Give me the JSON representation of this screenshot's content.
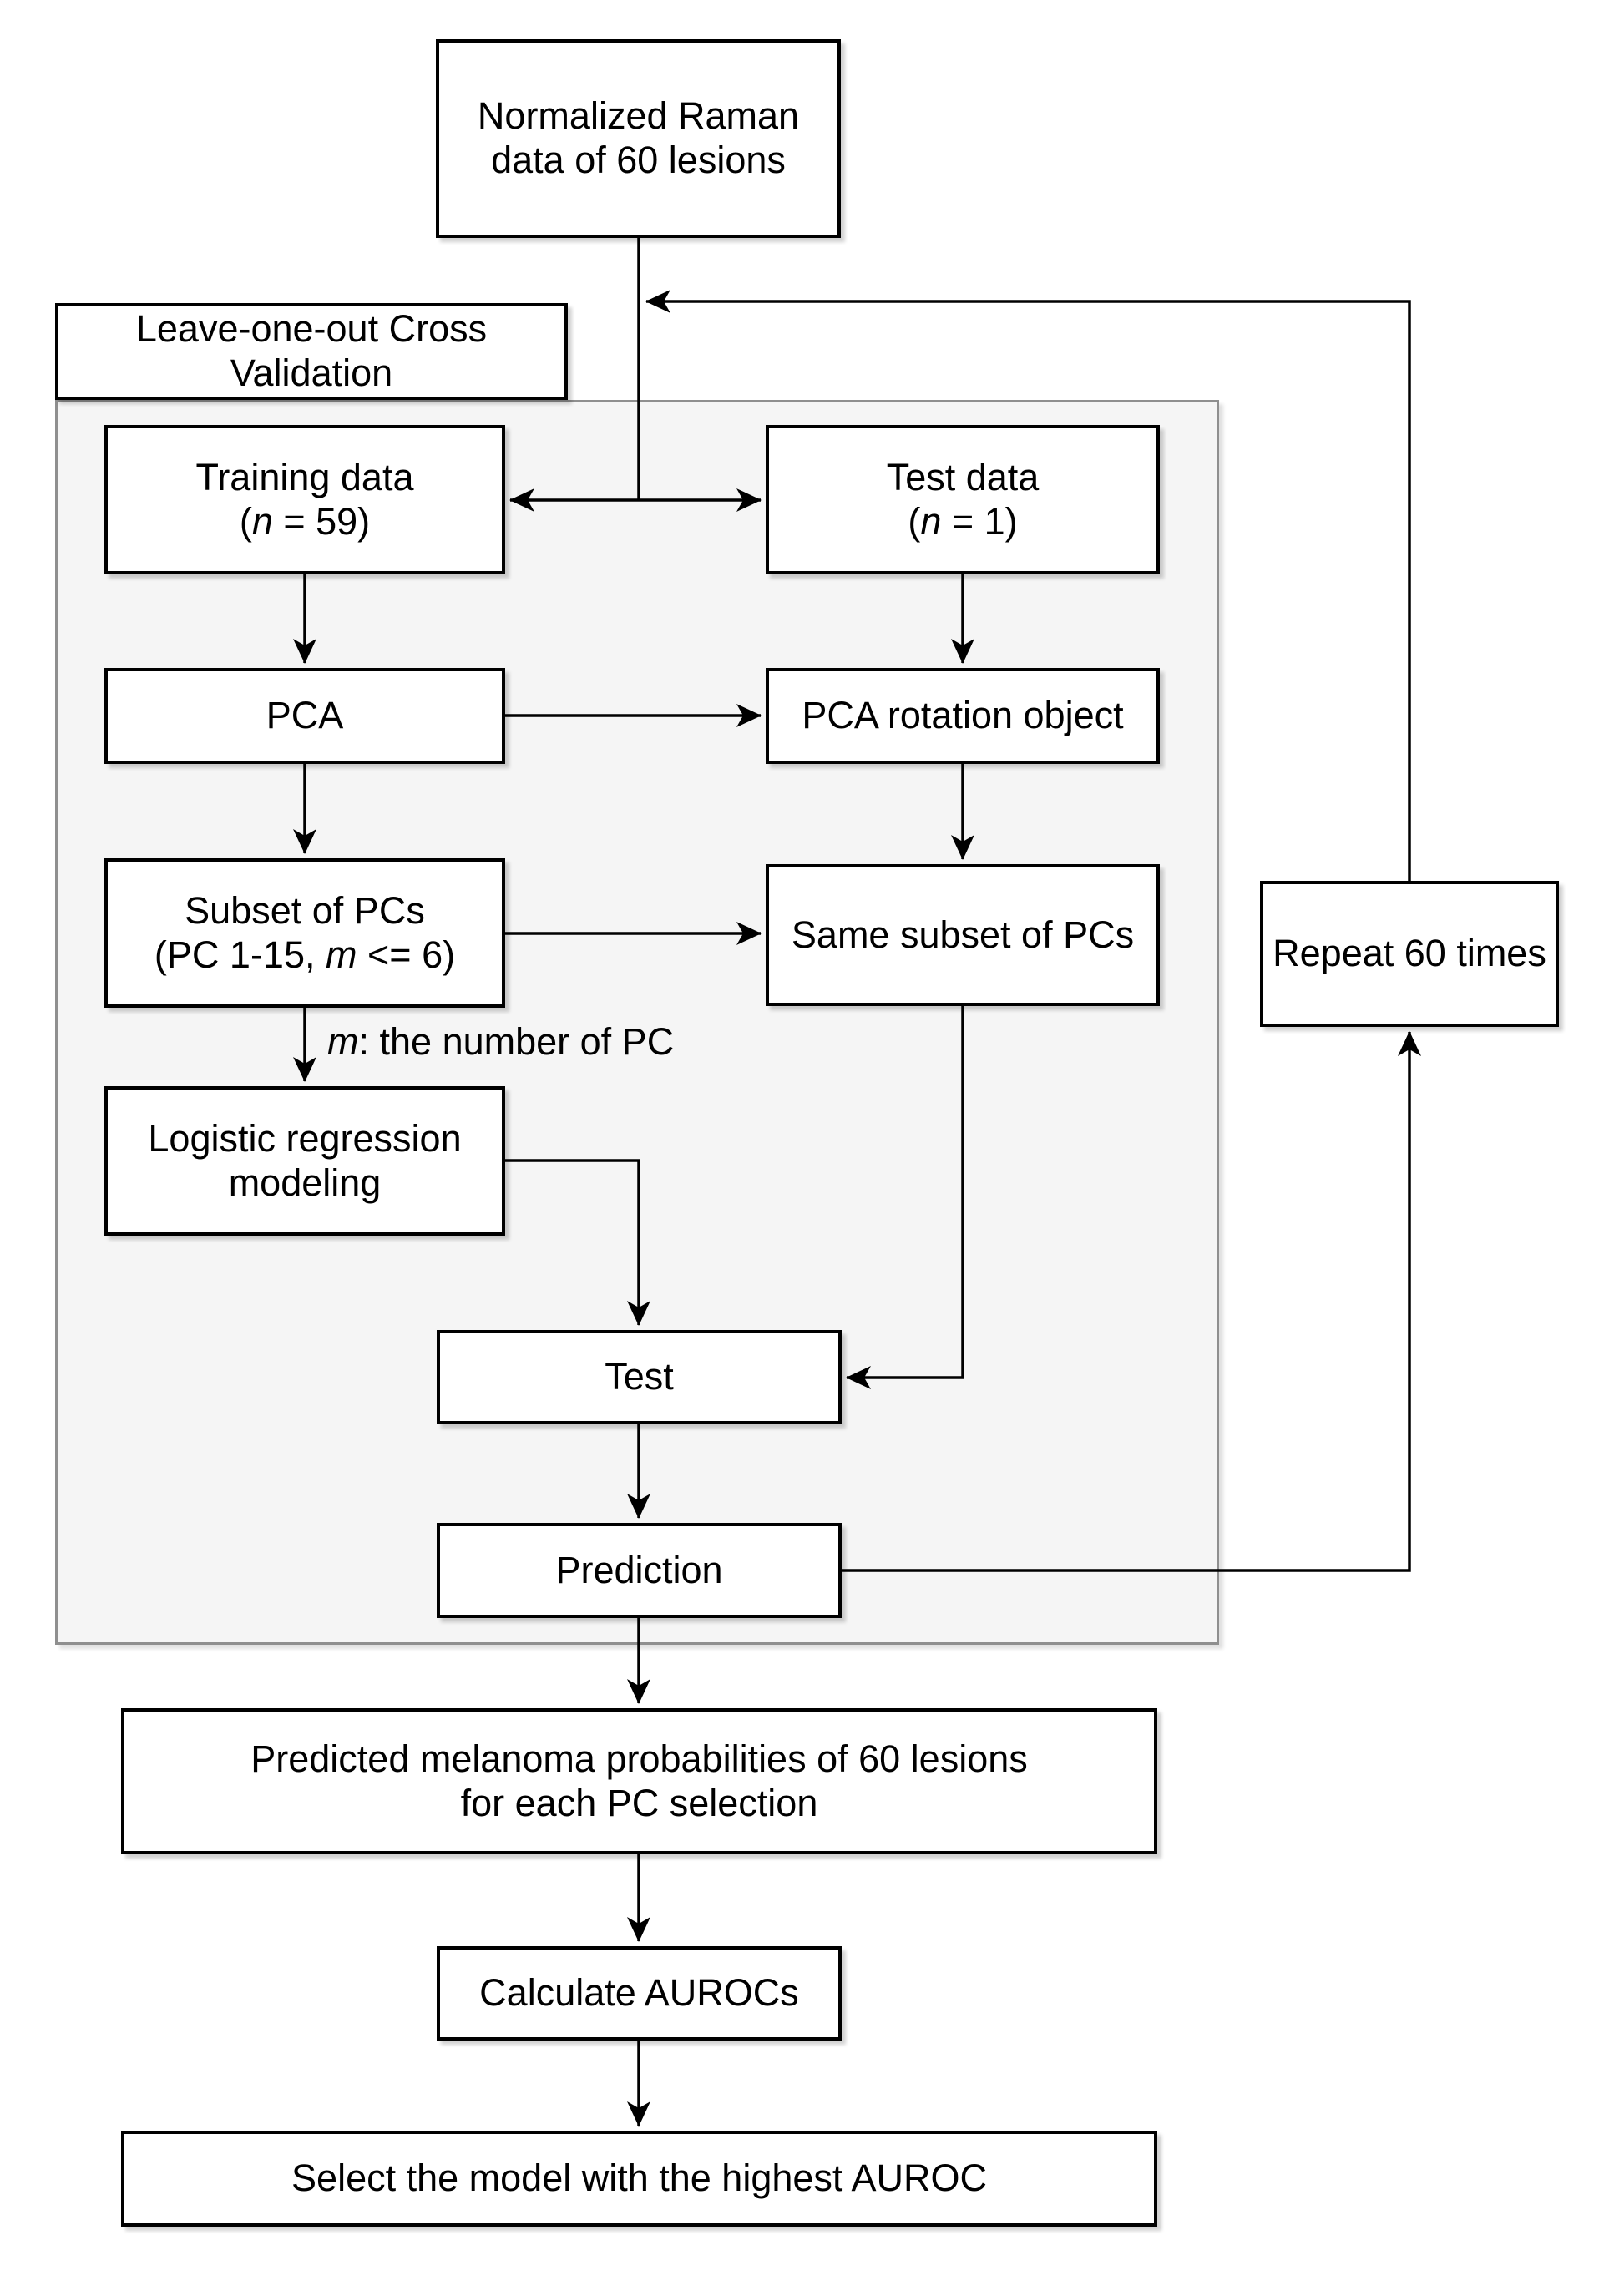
{
  "colors": {
    "bg": "#ffffff",
    "ink": "#000000",
    "panel_bg": "#f5f5f5",
    "panel_border": "#8f8f8f",
    "line": "#000000"
  },
  "nodes": {
    "normalized_raman": {
      "lines": [
        [
          {
            "t": "Normalized Raman"
          }
        ],
        [
          {
            "t": "data of 60 lesions"
          }
        ]
      ]
    },
    "loocv": {
      "lines": [
        [
          {
            "t": "Leave-one-out Cross"
          }
        ],
        [
          {
            "t": "Validation"
          }
        ]
      ]
    },
    "training": {
      "lines": [
        [
          {
            "t": "Training data"
          }
        ],
        [
          {
            "t": "("
          },
          {
            "t": "n",
            "i": true
          },
          {
            "t": " = 59)"
          }
        ]
      ]
    },
    "test_data": {
      "lines": [
        [
          {
            "t": "Test data"
          }
        ],
        [
          {
            "t": "("
          },
          {
            "t": "n",
            "i": true
          },
          {
            "t": " = 1)"
          }
        ]
      ]
    },
    "pca": {
      "lines": [
        [
          {
            "t": "PCA"
          }
        ]
      ]
    },
    "pca_rotation": {
      "lines": [
        [
          {
            "t": "PCA rotation object"
          }
        ]
      ]
    },
    "subset_pcs": {
      "lines": [
        [
          {
            "t": "Subset of PCs"
          }
        ],
        [
          {
            "t": "(PC 1-15, "
          },
          {
            "t": "m",
            "i": true
          },
          {
            "t": " <= 6)"
          }
        ]
      ]
    },
    "same_subset": {
      "lines": [
        [
          {
            "t": "Same subset of PCs"
          }
        ]
      ]
    },
    "m_note": {
      "lines": [
        [
          {
            "t": "m",
            "i": true
          },
          {
            "t": ": the number of PC"
          }
        ]
      ]
    },
    "logistic": {
      "lines": [
        [
          {
            "t": "Logistic regression"
          }
        ],
        [
          {
            "t": "modeling"
          }
        ]
      ]
    },
    "test_step": {
      "lines": [
        [
          {
            "t": "Test"
          }
        ]
      ]
    },
    "prediction": {
      "lines": [
        [
          {
            "t": "Prediction"
          }
        ]
      ]
    },
    "repeat": {
      "lines": [
        [
          {
            "t": "Repeat 60 times"
          }
        ]
      ]
    },
    "predicted_probs": {
      "lines": [
        [
          {
            "t": "Predicted melanoma probabilities of 60 lesions"
          }
        ],
        [
          {
            "t": "for each PC selection"
          }
        ]
      ]
    },
    "calc_aurocs": {
      "lines": [
        [
          {
            "t": "Calculate AUROCs"
          }
        ]
      ]
    },
    "select_model": {
      "lines": [
        [
          {
            "t": "Select the model with the highest AUROC"
          }
        ]
      ]
    }
  }
}
